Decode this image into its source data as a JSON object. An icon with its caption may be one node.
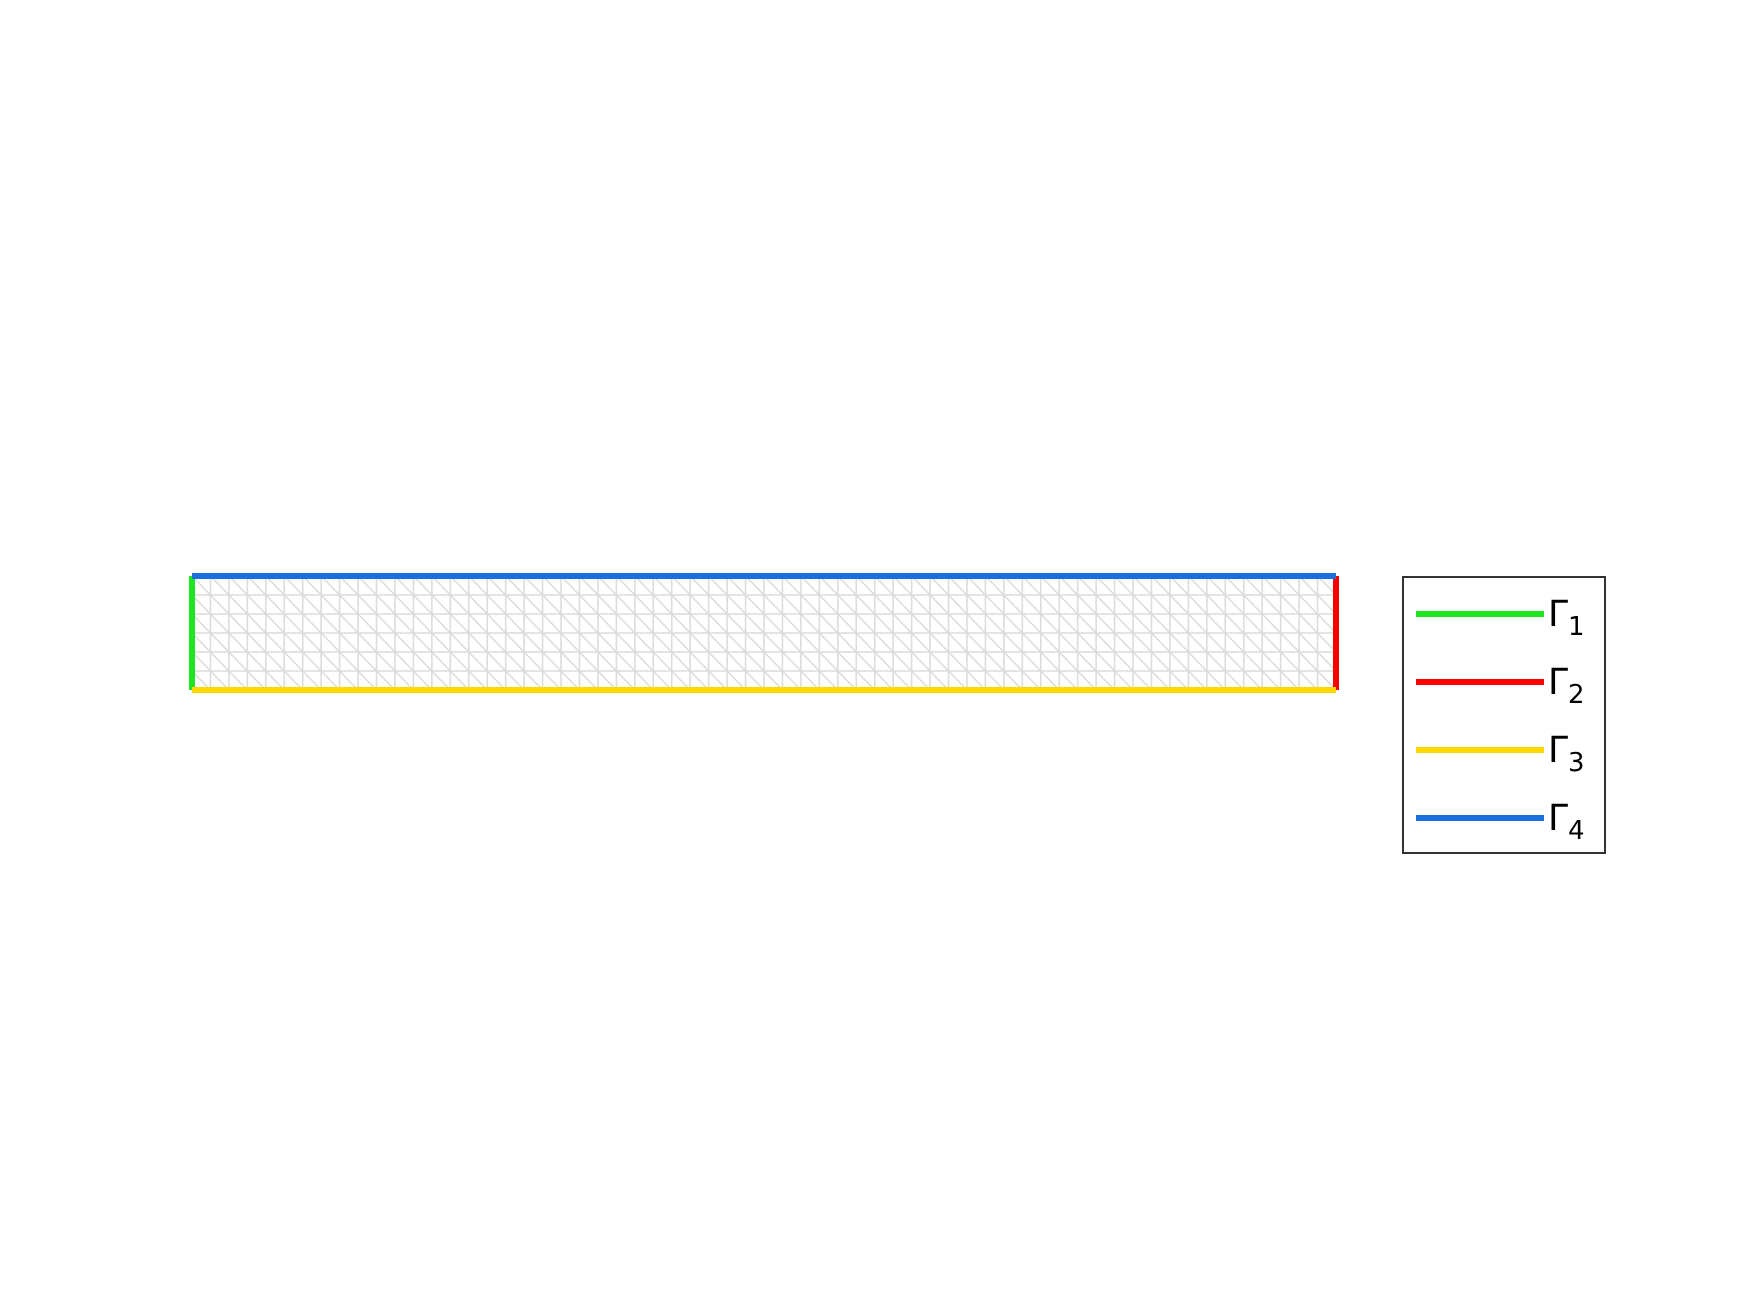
{
  "diagram": {
    "legend": [
      {
        "text": "Γ$_{1}$"
      },
      {
        "text": "Γ$_{2}$"
      },
      {
        "text": "Γ$_{3}$"
      },
      {
        "text": "Γ$_{4}$"
      }
    ]
  }
}
